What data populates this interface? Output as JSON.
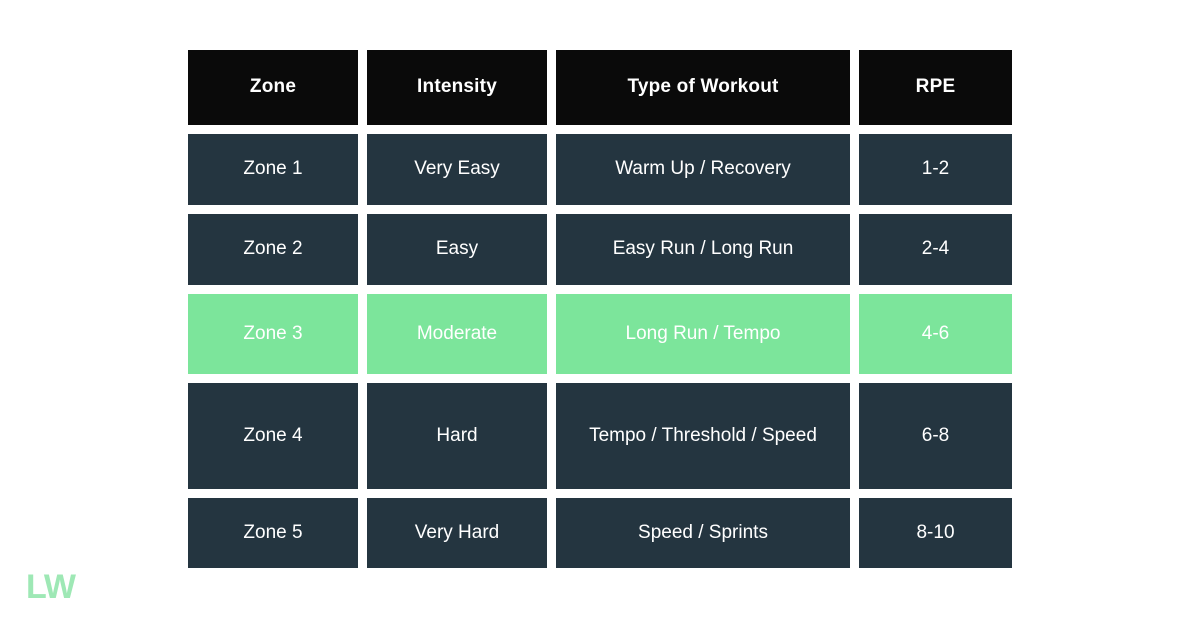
{
  "logo": {
    "text": "LW",
    "color": "#9ee8b5"
  },
  "colors": {
    "background": "#ffffff",
    "header_cell": "#0a0a0a",
    "body_cell": "#243540",
    "highlight_cell": "#7ce59b",
    "text": "#ffffff",
    "logo_green": "#9ee8b5"
  },
  "table": {
    "columns": [
      {
        "key": "zone",
        "label": "Zone"
      },
      {
        "key": "intensity",
        "label": "Intensity"
      },
      {
        "key": "workout",
        "label": "Type of Workout"
      },
      {
        "key": "rpe",
        "label": "RPE"
      }
    ],
    "rows": [
      {
        "zone": "Zone 1",
        "intensity": "Very Easy",
        "workout": "Warm Up / Recovery",
        "rpe": "1-2",
        "highlighted": false
      },
      {
        "zone": "Zone 2",
        "intensity": "Easy",
        "workout": "Easy Run / Long Run",
        "rpe": "2-4",
        "highlighted": false
      },
      {
        "zone": "Zone 3",
        "intensity": "Moderate",
        "workout": "Long Run / Tempo",
        "rpe": "4-6",
        "highlighted": true
      },
      {
        "zone": "Zone 4",
        "intensity": "Hard",
        "workout": "Tempo / Threshold / Speed",
        "rpe": "6-8",
        "highlighted": false
      },
      {
        "zone": "Zone 5",
        "intensity": "Very Hard",
        "workout": "Speed / Sprints",
        "rpe": "8-10",
        "highlighted": false
      }
    ]
  }
}
